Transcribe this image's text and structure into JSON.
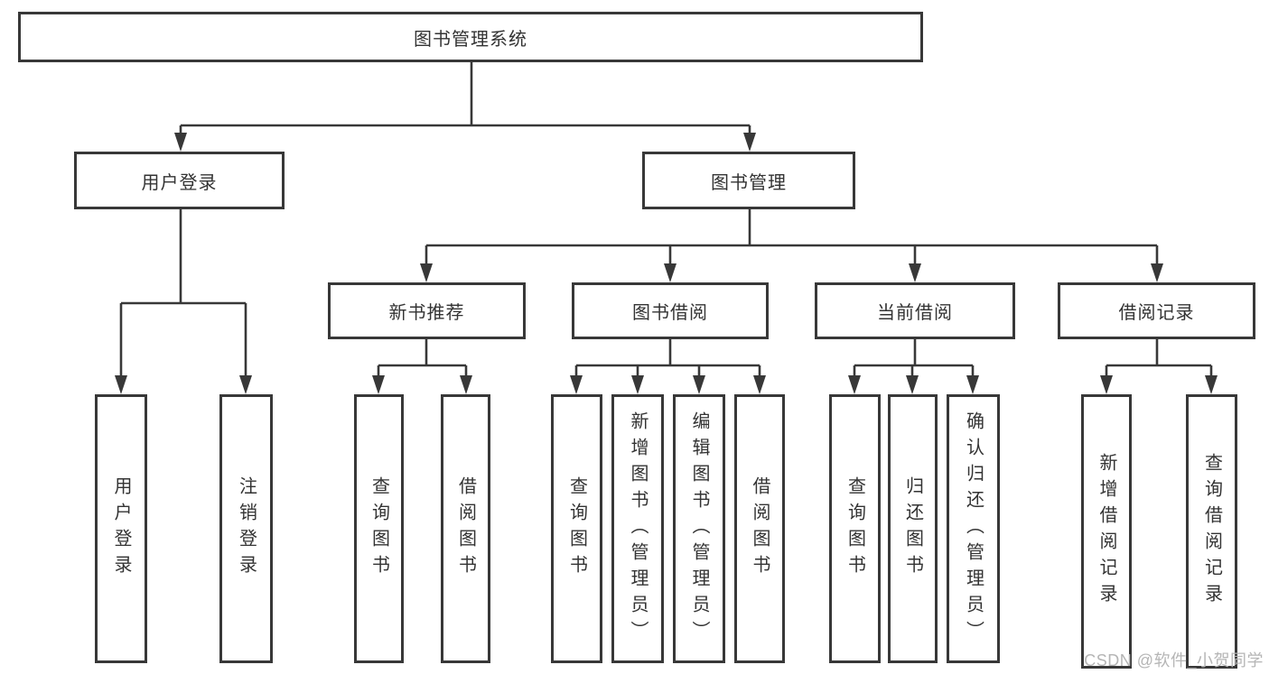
{
  "colors": {
    "line": "#383838",
    "border": "#383838",
    "text": "#333333",
    "background": "#ffffff",
    "watermark": "#b5b5b5"
  },
  "nodes": {
    "root": "图书管理系统",
    "userLogin": "用户登录",
    "bookMgmt": "图书管理",
    "newBookRec": "新书推荐",
    "bookBorrow": "图书借阅",
    "currentBorrow": "当前借阅",
    "borrowRecords": "借阅记录",
    "userLoginLeaf": "用户登录",
    "logoutLeaf": "注销登录",
    "queryBooksRec": "查询图书",
    "borrowBooksRec": "借阅图书",
    "queryBooksBorrow": "查询图书",
    "addBooksAdmin": "新增图书（管理员）",
    "editBooksAdmin": "编辑图书（管理员）",
    "borrowBooksBorrow": "借阅图书",
    "queryBooksCurrent": "查询图书",
    "returnBooks": "归还图书",
    "confirmReturnAdmin": "确认归还（管理员）",
    "addBorrowRecord": "新增借阅记录",
    "queryBorrowRecord": "查询借阅记录"
  },
  "hierarchy": {
    "图书管理系统": {
      "用户登录": [
        "用户登录",
        "注销登录"
      ],
      "图书管理": {
        "新书推荐": [
          "查询图书",
          "借阅图书"
        ],
        "图书借阅": [
          "查询图书",
          "新增图书（管理员）",
          "编辑图书（管理员）",
          "借阅图书"
        ],
        "当前借阅": [
          "查询图书",
          "归还图书",
          "确认归还（管理员）"
        ],
        "借阅记录": [
          "新增借阅记录",
          "查询借阅记录"
        ]
      }
    }
  },
  "watermark": "CSDN @软件_小贺同学"
}
